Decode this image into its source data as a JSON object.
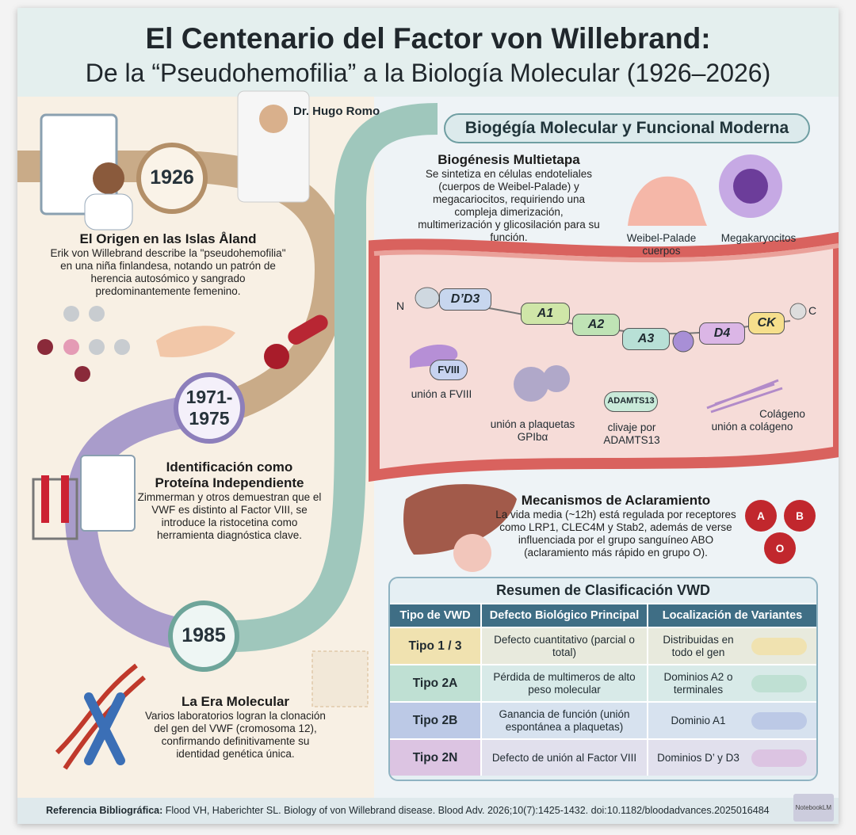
{
  "title": {
    "line1": "El Centenario del Factor von Willebrand:",
    "line2": "De la “Pseudohemofilia” a la Biología Molecular (1926–2026)"
  },
  "author": "Dr. Hugo Romo",
  "timeline": [
    {
      "year": "1926",
      "heading": "El Origen en las Islas Åland",
      "text": "Erik von Willebrand describe la \"pseudohemofilia\" en una niña finlandesa, notando un patrón de herencia autosómico y sangrado predominantemente femenino."
    },
    {
      "year_line1": "1971-",
      "year_line2": "1975",
      "heading_line1": "Identificación como",
      "heading_line2": "Proteína Independiente",
      "text": "Zimmerman y otros demuestran que el VWF es distinto al Factor VIII, se introduce la ristocetina como herramienta diagnóstica clave."
    },
    {
      "year": "1985",
      "heading": "La Era Molecular",
      "text": "Varios laboratorios logran la clonación del gen del VWF (cromosoma 12), confirmando definitivamente su identidad genética única."
    }
  ],
  "modern": {
    "header": "Biogégía Molecular y Funcional Moderna",
    "biogenesis": {
      "heading": "Biogénesis Multietapa",
      "text": "Se sintetiza en células endoteliales (cuerpos de Weibel-Palade) y megacariocitos, requiriendo una compleja dimerización, multimerización y glicosilación para su función.",
      "label_wp": "Weibel-Palade cuerpos",
      "label_mk": "Megakaryocitos"
    },
    "chain": {
      "n": "N",
      "c": "C",
      "domains": [
        "D’D3",
        "A1",
        "A2",
        "A3",
        "D4",
        "CK"
      ]
    },
    "functions": {
      "fviii_badge": "FVIII",
      "fviii": "unión a FVIII",
      "platelets": "unión a plaquetas GPIbα",
      "adamts_badge": "ADAMTS13",
      "adamts": "clivaje por ADAMTS13",
      "collagen1": "Colágeno",
      "collagen2": "unión a colágeno"
    },
    "clearance": {
      "heading": "Mecanismos de Aclaramiento",
      "text": "La vida media (~12h) está regulada por receptores como LRP1, CLEC4M y Stab2, además de verse influenciada por el grupo sanguíneo ABO (aclaramiento más rápido en grupo O).",
      "groups": [
        "A",
        "B",
        "O"
      ]
    }
  },
  "table": {
    "title": "Resumen de Clasificación VWD",
    "headers": [
      "Tipo de VWD",
      "Defecto Biológico Principal",
      "Localización de Variantes"
    ],
    "rows": [
      {
        "type": "Tipo 1 / 3",
        "defect": "Defecto cuantitativo (parcial o total)",
        "location": "Distribuidas en todo el gen",
        "color": "#f0e2b0"
      },
      {
        "type": "Tipo 2A",
        "defect": "Pérdida de multimeros de alto peso molecular",
        "location": "Dominios A2 o terminales",
        "color": "#bfe0d3"
      },
      {
        "type": "Tipo 2B",
        "defect": "Ganancia de función (unión espontánea a plaquetas)",
        "location": "Dominio A1",
        "color": "#bcc9e6"
      },
      {
        "type": "Tipo 2N",
        "defect": "Defecto de unión al Factor VIII",
        "location": "Dominios D’ y D3",
        "color": "#dcc4e2"
      }
    ]
  },
  "footer": {
    "label": "Referencia Bibliográfica:",
    "text": " Flood VH, Haberichter SL. Biology of von Willebrand disease. Blood Adv. 2026;10(7):1425-1432. doi:10.1182/bloodadvances.2025016484",
    "badge": "NotebookLM"
  },
  "colors": {
    "tan": "#c9ab88",
    "purple": "#a99ccb",
    "teal": "#9fc7bc",
    "vessel": "#d9625e"
  }
}
